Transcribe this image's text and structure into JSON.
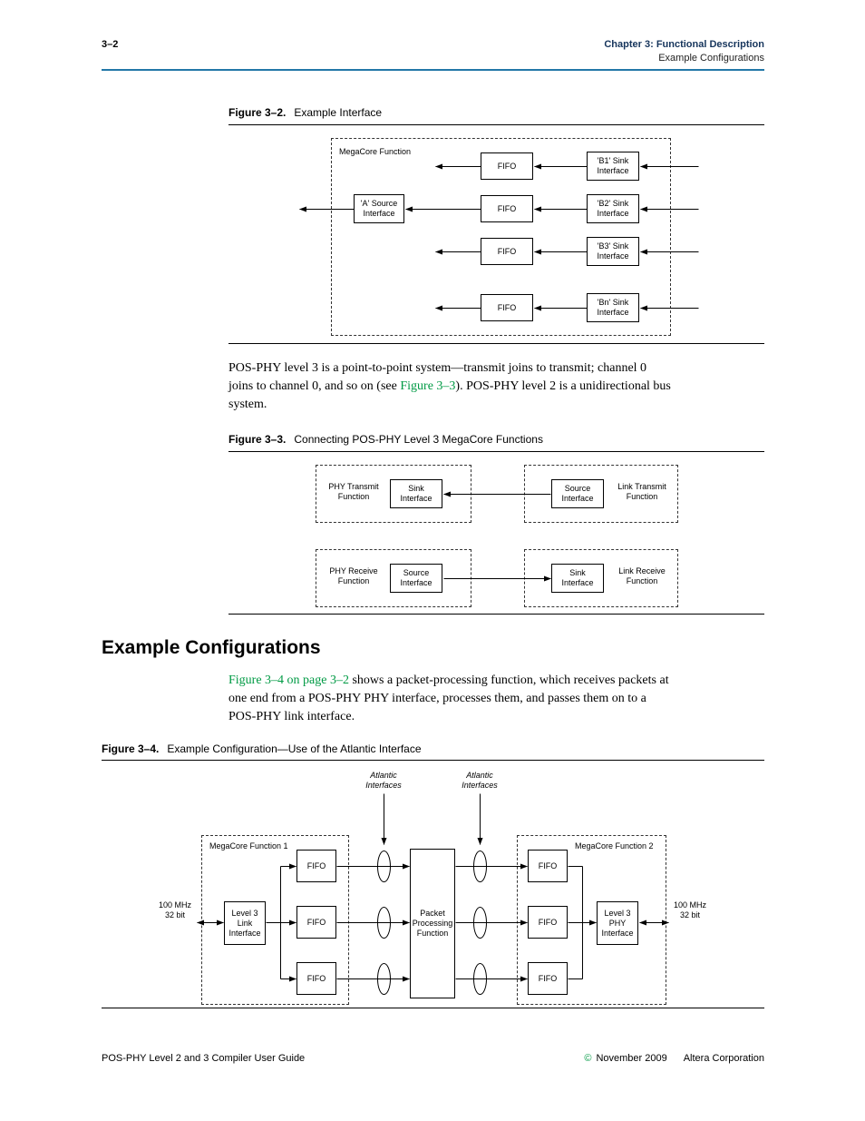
{
  "colors": {
    "header_rule_blue": "#2278A8",
    "chapter_heading_navy": "#16355C",
    "link_green": "#009A44"
  },
  "header": {
    "page_number": "3–2",
    "chapter": "Chapter 3: Functional Description",
    "section": "Example Configurations"
  },
  "figure_3_2": {
    "label": "Figure 3–2.",
    "title": "Example Interface",
    "megacore_label": "MegaCore Function",
    "fifo_label": "FIFO",
    "source_interface": "'A' Source\nInterface",
    "sink_interfaces": [
      "'B1' Sink\nInterface",
      "'B2' Sink\nInterface",
      "'B3' Sink\nInterface",
      "'Bn' Sink\nInterface"
    ]
  },
  "paragraph_1": {
    "before_link": "POS-PHY level 3 is a point-to-point system—transmit joins to transmit; channel 0\njoins to channel 0, and so on (see ",
    "link": "Figure 3–3",
    "after_link": "). POS-PHY level 2 is a unidirectional bus\nsystem."
  },
  "figure_3_3": {
    "label": "Figure 3–3.",
    "title": "Connecting POS-PHY Level 3 MegaCore Functions",
    "phy_transmit": "PHY Transmit\nFunction",
    "link_transmit": "Link Transmit\nFunction",
    "phy_receive": "PHY Receive\nFunction",
    "link_receive": "Link Receive\nFunction",
    "sink_interface": "Sink\nInterface",
    "source_interface": "Source\nInterface"
  },
  "section_heading": "Example Configurations",
  "paragraph_2": {
    "link": "Figure 3–4 on page 3–2",
    "after_link": " shows a packet-processing function, which receives packets at\none end from a POS-PHY PHY interface, processes them, and passes them on to a\nPOS-PHY link interface."
  },
  "figure_3_4": {
    "label": "Figure 3–4.",
    "title": "Example Configuration—Use of the Atlantic Interface",
    "atlantic_interfaces": "Atlantic\nInterfaces",
    "megacore_1": "MegaCore Function 1",
    "megacore_2": "MegaCore Function 2",
    "fifo_label": "FIFO",
    "level3_link_interface": "Level 3\nLink\nInterface",
    "packet_processing": "Packet\nProcessing\nFunction",
    "level3_phy_interface": "Level 3\nPHY\nInterface",
    "clock_left": "100 MHz\n32 bit",
    "clock_right": "100 MHz\n32 bit"
  },
  "footer": {
    "left": "POS-PHY Level 2 and 3 Compiler User Guide",
    "copyright": "©",
    "date": "November 2009",
    "company": "Altera Corporation"
  }
}
